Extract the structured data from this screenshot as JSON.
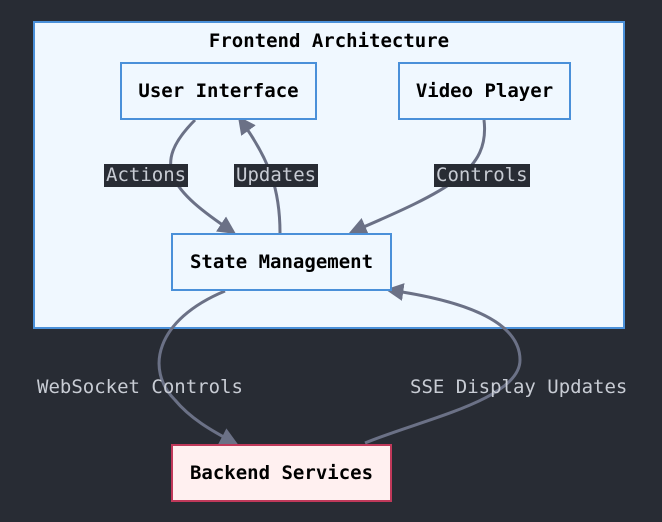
{
  "diagram": {
    "cluster": {
      "title": "Frontend Architecture"
    },
    "nodes": {
      "user_interface": "User Interface",
      "video_player": "Video Player",
      "state_management": "State Management",
      "backend_services": "Backend Services"
    },
    "edges": {
      "actions": "Actions",
      "updates": "Updates",
      "controls": "Controls",
      "websocket_controls": "WebSocket Controls",
      "sse_display_updates": "SSE Display Updates"
    }
  },
  "colors": {
    "background": "#282c34",
    "cluster_fill": "#f0f8ff",
    "node_border": "#4a90d9",
    "backend_fill": "#fff0f0",
    "backend_border": "#c0395a",
    "edge_stroke": "#6b7186",
    "label_text": "#c8ccd4"
  }
}
